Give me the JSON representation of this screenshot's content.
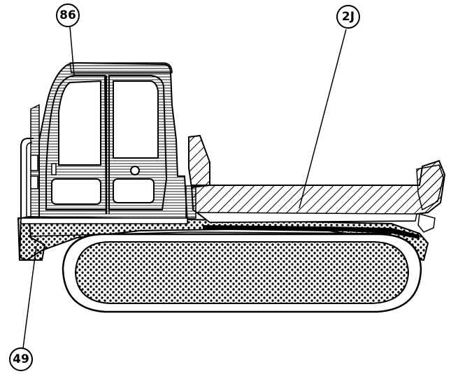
{
  "diagram": {
    "callouts": [
      {
        "id": "cab",
        "label": "86"
      },
      {
        "id": "dump-body",
        "label": "2J"
      },
      {
        "id": "undercarriage",
        "label": "49"
      }
    ]
  }
}
